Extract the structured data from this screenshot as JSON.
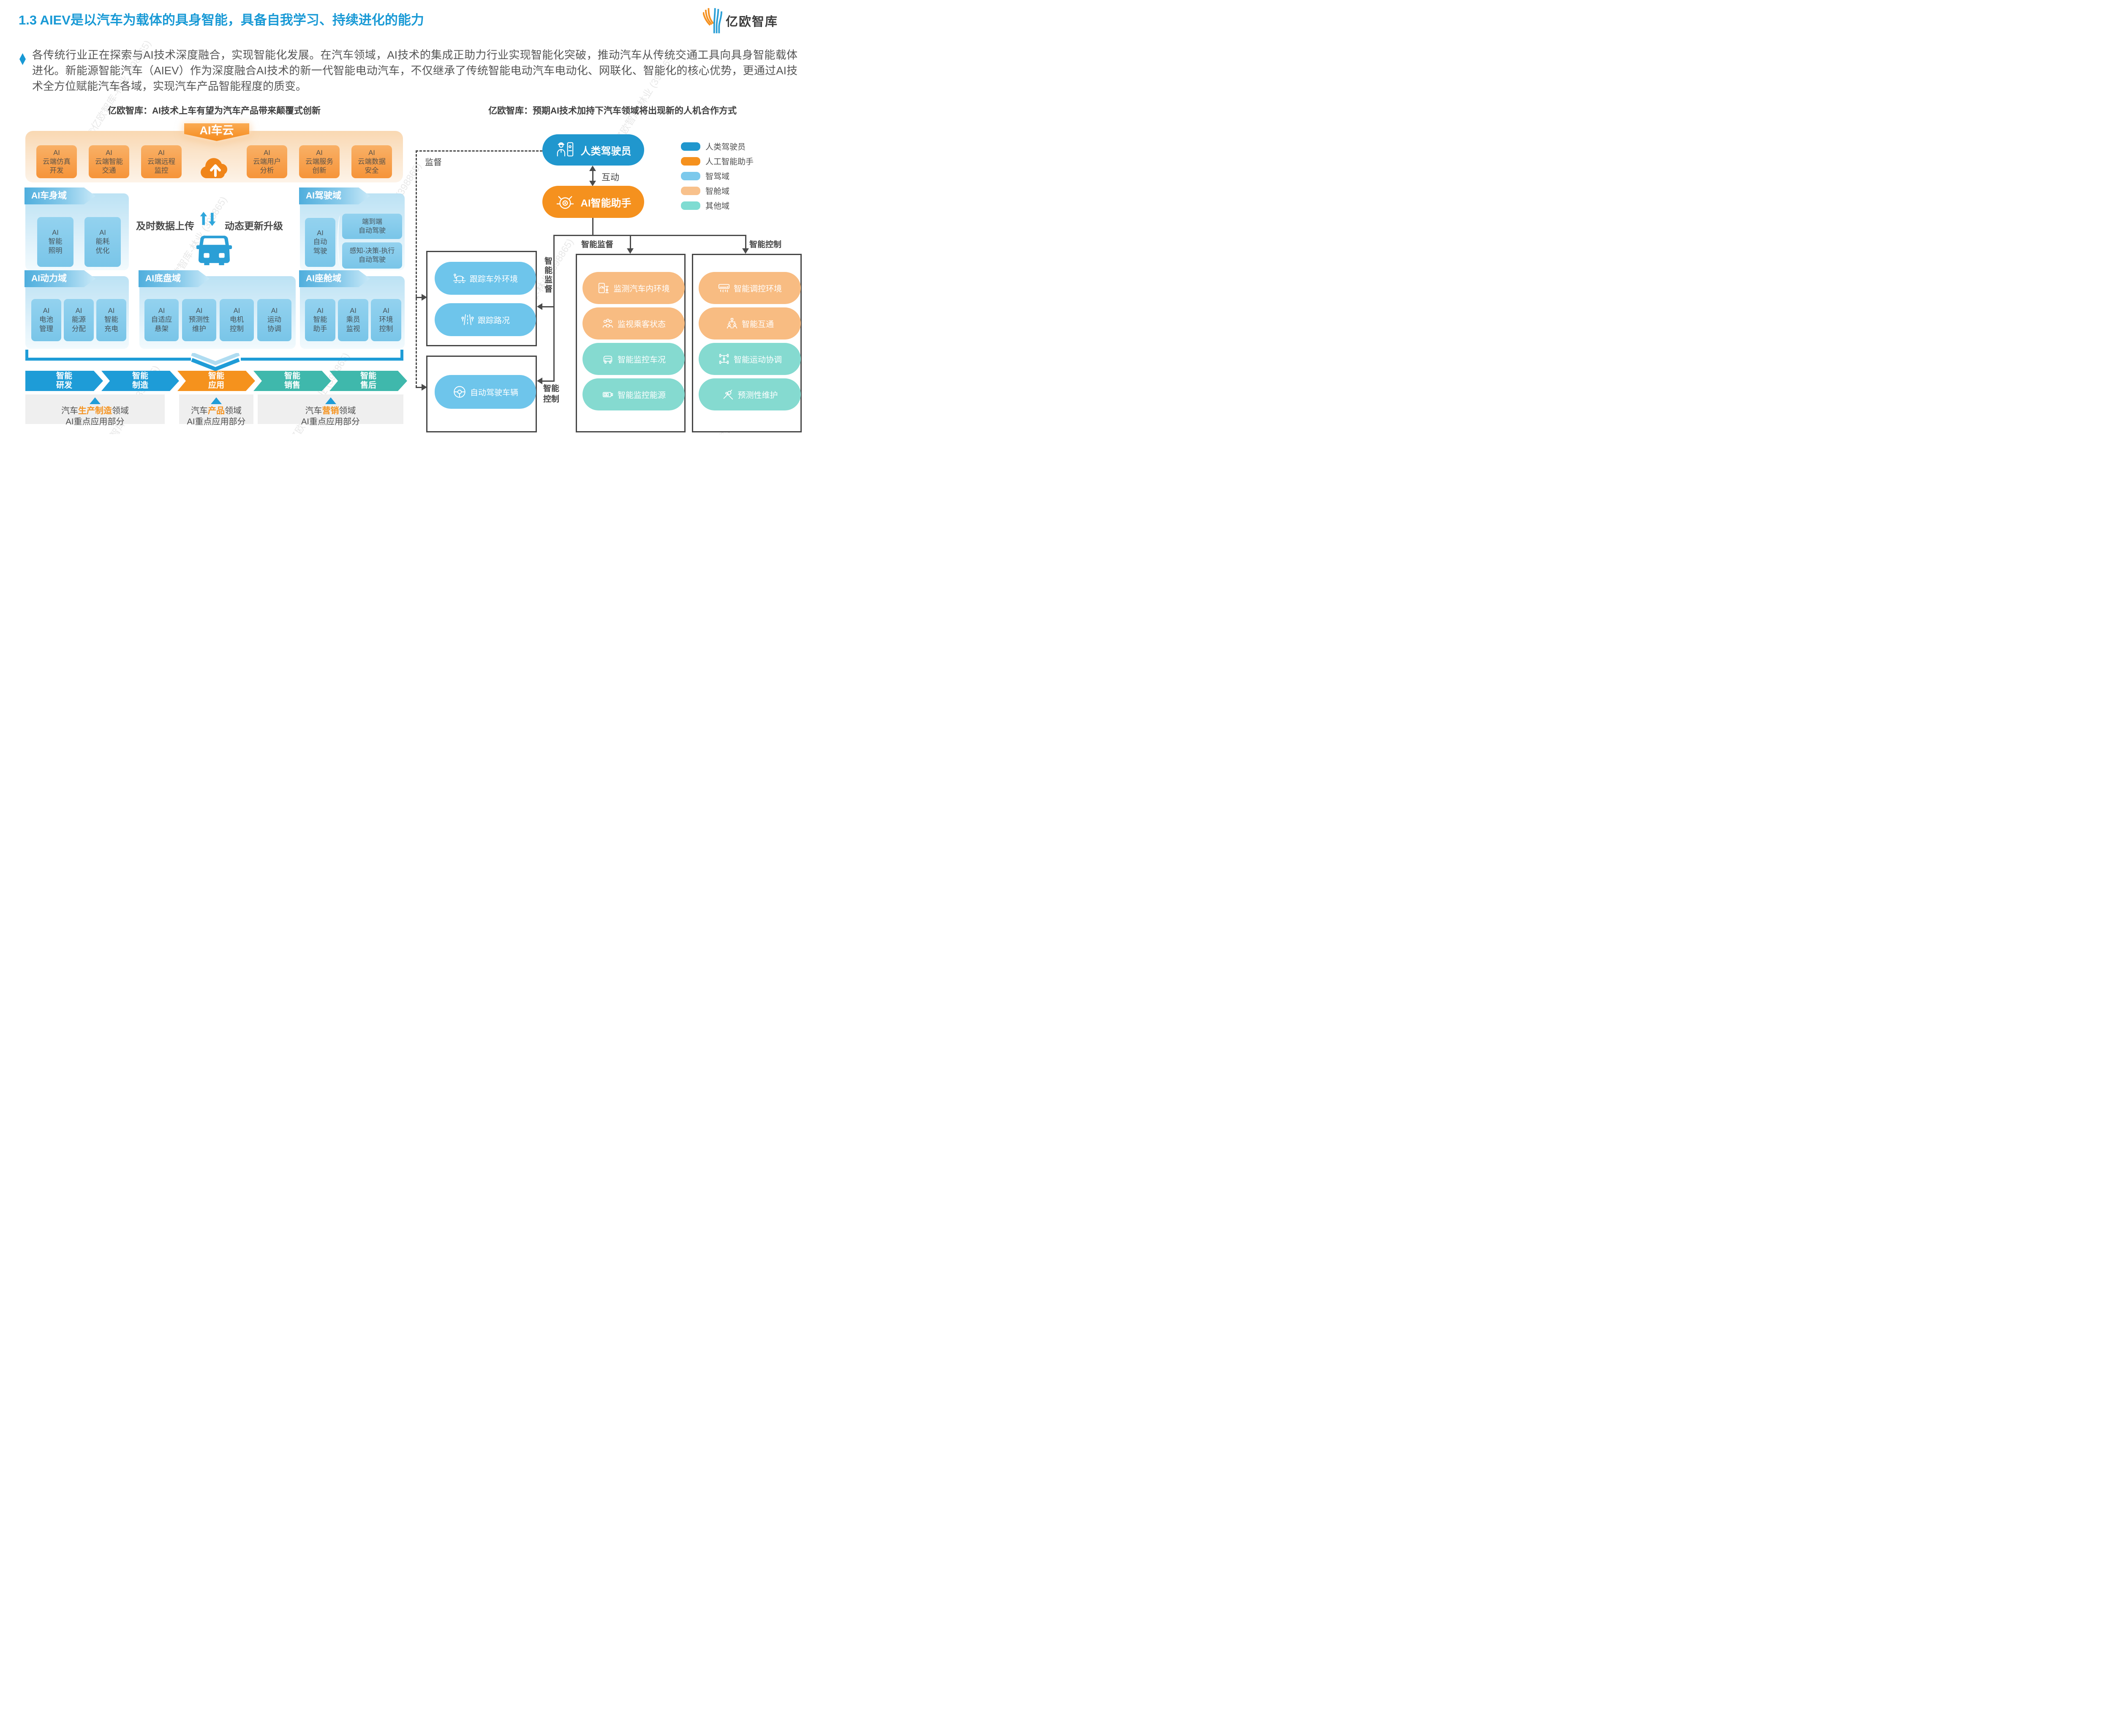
{
  "page": {
    "title": "1.3 AIEV是以汽车为载体的具身智能，具备自我学习、持续进化的能力",
    "logo_text": "亿欧智库",
    "watermark": "©亿欧智库-林业 (398865)"
  },
  "intro": {
    "text": "各传统行业正在探索与AI技术深度融合，实现智能化发展。在汽车领域，AI技术的集成正助力行业实现智能化突破，推动汽车从传统交通工具向具身智能载体进化。新能源智能汽车（AIEV）作为深度融合AI技术的新一代智能电动汽车，不仅继承了传统智能电动汽车电动化、网联化、智能化的核心优势，更通过AI技术全方位赋能汽车各域，实现汽车产品智能程度的质变。"
  },
  "left": {
    "subtitle": "亿欧智库：AI技术上车有望为汽车产品带来颠覆式创新",
    "cloud_banner": "AI车云",
    "cloud_boxes": [
      {
        "l1": "AI",
        "l2": "云端仿真",
        "l3": "开发"
      },
      {
        "l1": "AI",
        "l2": "云端智能",
        "l3": "交通"
      },
      {
        "l1": "AI",
        "l2": "云端远程",
        "l3": "监控"
      },
      {
        "l1": "AI",
        "l2": "云端用户",
        "l3": "分析"
      },
      {
        "l1": "AI",
        "l2": "云端服务",
        "l3": "创新"
      },
      {
        "l1": "AI",
        "l2": "云端数据",
        "l3": "安全"
      }
    ],
    "upload_label": "及时数据上传",
    "upgrade_label": "动态更新升级",
    "body_domain": {
      "name": "AI车身域",
      "boxes": [
        {
          "l1": "AI",
          "l2": "智能",
          "l3": "照明"
        },
        {
          "l1": "AI",
          "l2": "能耗",
          "l3": "优化"
        }
      ]
    },
    "driving_domain": {
      "name": "AI驾驶域",
      "main_box": {
        "l1": "AI",
        "l2": "自动",
        "l3": "驾驶"
      },
      "sub_boxes": [
        {
          "l1": "端到端",
          "l2": "自动驾驶"
        },
        {
          "l1": "感知-决策-执行",
          "l2": "自动驾驶"
        }
      ]
    },
    "power_domain": {
      "name": "AI动力域",
      "boxes": [
        {
          "l1": "AI",
          "l2": "电池",
          "l3": "管理"
        },
        {
          "l1": "AI",
          "l2": "能源",
          "l3": "分配"
        },
        {
          "l1": "AI",
          "l2": "智能",
          "l3": "充电"
        }
      ]
    },
    "chassis_domain": {
      "name": "AI底盘域",
      "boxes": [
        {
          "l1": "AI",
          "l2": "自适应",
          "l3": "悬架"
        },
        {
          "l1": "AI",
          "l2": "预测性",
          "l3": "维护"
        },
        {
          "l1": "AI",
          "l2": "电机",
          "l3": "控制"
        },
        {
          "l1": "AI",
          "l2": "运动",
          "l3": "协调"
        }
      ]
    },
    "cockpit_domain": {
      "name": "AI座舱域",
      "boxes": [
        {
          "l1": "AI",
          "l2": "智能",
          "l3": "助手"
        },
        {
          "l1": "AI",
          "l2": "乘员",
          "l3": "监视"
        },
        {
          "l1": "AI",
          "l2": "环境",
          "l3": "控制"
        }
      ]
    },
    "process_arrows": [
      {
        "l1": "智能",
        "l2": "研发"
      },
      {
        "l1": "智能",
        "l2": "制造"
      },
      {
        "l1": "智能",
        "l2": "应用"
      },
      {
        "l1": "智能",
        "l2": "销售"
      },
      {
        "l1": "智能",
        "l2": "售后"
      }
    ],
    "focus_boxes": [
      {
        "prefix": "汽车",
        "highlight": "生产制造",
        "suffix": "领域",
        "line2": "AI重点应用部分"
      },
      {
        "prefix": "汽车",
        "highlight": "产品",
        "suffix": "领域",
        "line2": "AI重点应用部分"
      },
      {
        "prefix": "汽车",
        "highlight": "营销",
        "suffix": "领域",
        "line2": "AI重点应用部分"
      }
    ]
  },
  "right": {
    "subtitle": "亿欧智库：预期AI技术加持下汽车领域将出现新的人机合作方式",
    "driver_label": "人类驾驶员",
    "assistant_label": "AI智能助手",
    "interact_label": "互动",
    "supervise_label": "监督",
    "supervision_label": "智能监督",
    "control_label": "智能控制",
    "legend": [
      {
        "label": "人类驾驶员"
      },
      {
        "label": "人工智能助手"
      },
      {
        "label": "智驾域"
      },
      {
        "label": "智舱域"
      },
      {
        "label": "其他域"
      }
    ],
    "track_pills": [
      {
        "label": "跟踪车外环境"
      },
      {
        "label": "跟踪路况"
      }
    ],
    "autodrive_pill": {
      "label": "自动驾驶车辆"
    },
    "monitor_pills": [
      {
        "label": "监测汽车内环境"
      },
      {
        "label": "监视乘客状态"
      },
      {
        "label": "智能监控车况"
      },
      {
        "label": "智能监控能源"
      }
    ],
    "control_pills": [
      {
        "label": "智能调控环境"
      },
      {
        "label": "智能互通"
      },
      {
        "label": "智能运动协调"
      },
      {
        "label": "预测性维护"
      }
    ]
  },
  "colors": {
    "title_blue": "#1899D5",
    "process_blue": "#1E9CD7",
    "process_orange": "#F5921D",
    "process_teal": "#3FB8AC",
    "node_blue": "#2097CE",
    "node_orange": "#F5911E",
    "pill_blue": "#6EC5EB",
    "pill_orange": "#F8BC82",
    "pill_mint": "#85DAD0",
    "legend_blue": "#2097CE",
    "legend_orange": "#F5911E",
    "legend_light_blue": "#7CC9EC",
    "legend_light_orange": "#F8C18C",
    "legend_mint": "#7FDCD2"
  }
}
